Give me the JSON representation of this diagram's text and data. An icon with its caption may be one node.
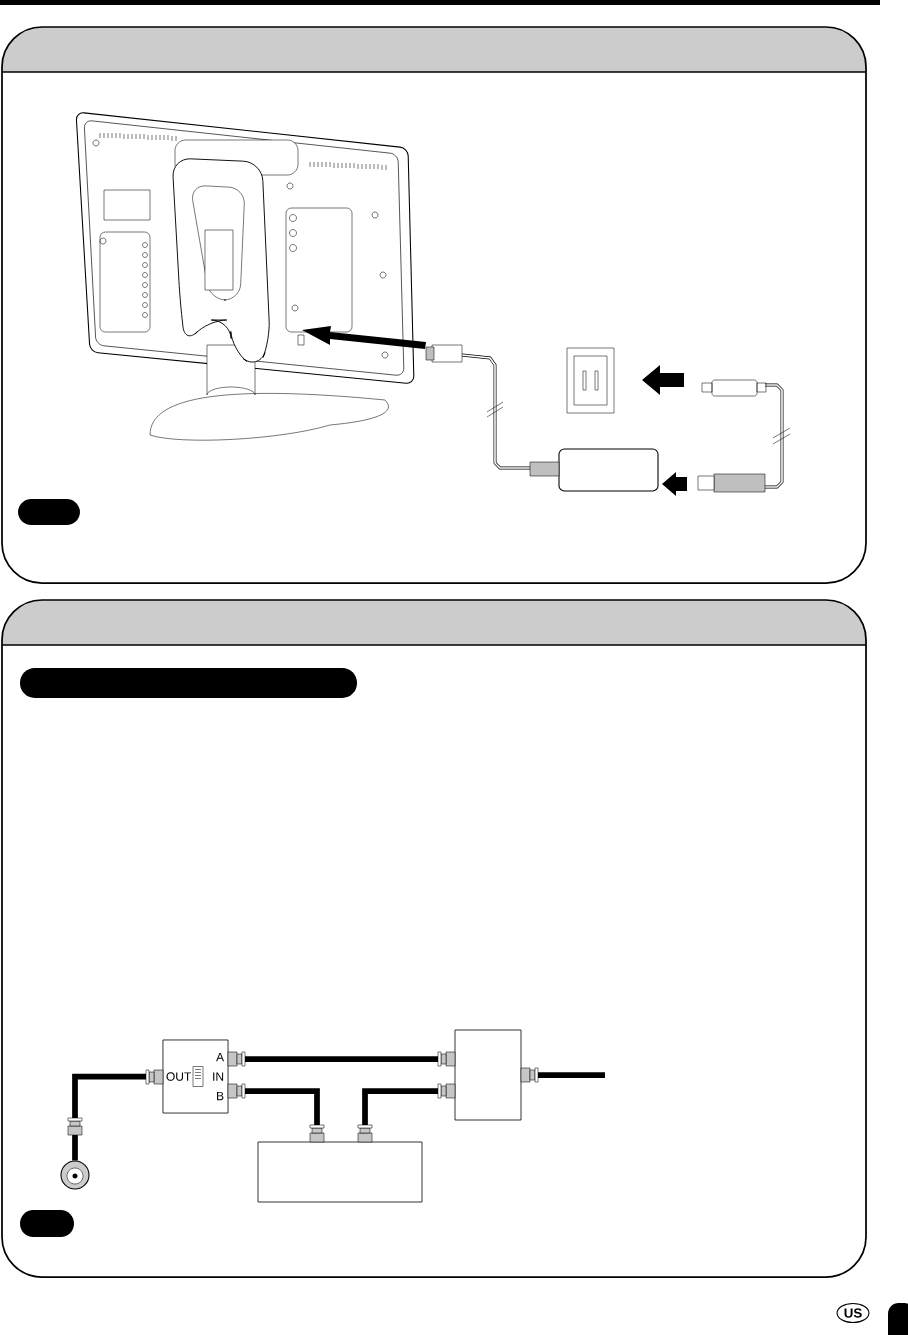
{
  "diagram": {
    "nodes": [
      {
        "text": [
          "A",
          "OUT",
          "IN",
          "B"
        ]
      },
      {
        "text": [],
        "shape": "box"
      },
      {
        "text": [],
        "shape": "box"
      },
      {
        "text": [],
        "shape": "circle"
      },
      {
        "text": [],
        "shape": "bar"
      }
    ],
    "edges": [
      {
        "from": 3,
        "to": 0,
        "arrow": "other"
      },
      {
        "from": 0,
        "to": 1,
        "arrow": "other"
      },
      {
        "from": 0,
        "to": 2,
        "arrow": "other"
      },
      {
        "from": 2,
        "to": 1,
        "arrow": "other"
      },
      {
        "from": 1,
        "to": null,
        "arrow": "other"
      }
    ],
    "labels": [
      "US"
    ]
  }
}
